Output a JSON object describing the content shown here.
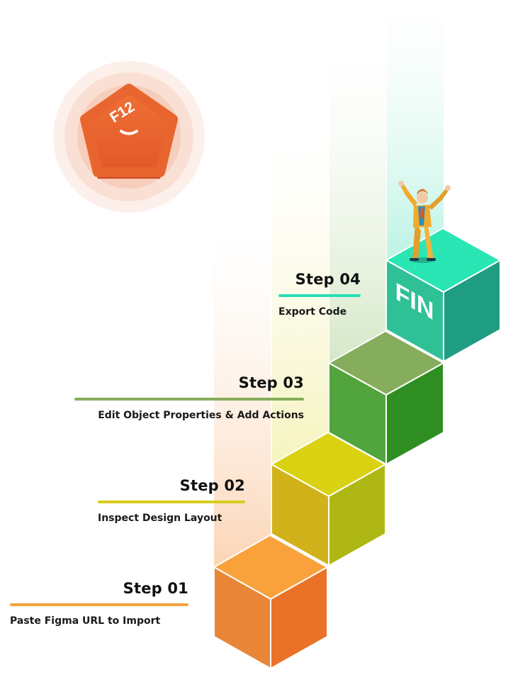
{
  "badge": {
    "key_label": "F12",
    "color": "#e8652f"
  },
  "cube_label": "FIN",
  "steps": [
    {
      "title": "Step 01",
      "description": "Paste Figma URL to Import",
      "color": "#f7a13f"
    },
    {
      "title": "Step 02",
      "description": "Inspect Design Layout",
      "color": "#d6cd1c"
    },
    {
      "title": "Step 03",
      "description": "Edit Object Properties & Add Actions",
      "color": "#86ad5c"
    },
    {
      "title": "Step 04",
      "description": "Export Code",
      "color": "#28e0b4"
    }
  ]
}
